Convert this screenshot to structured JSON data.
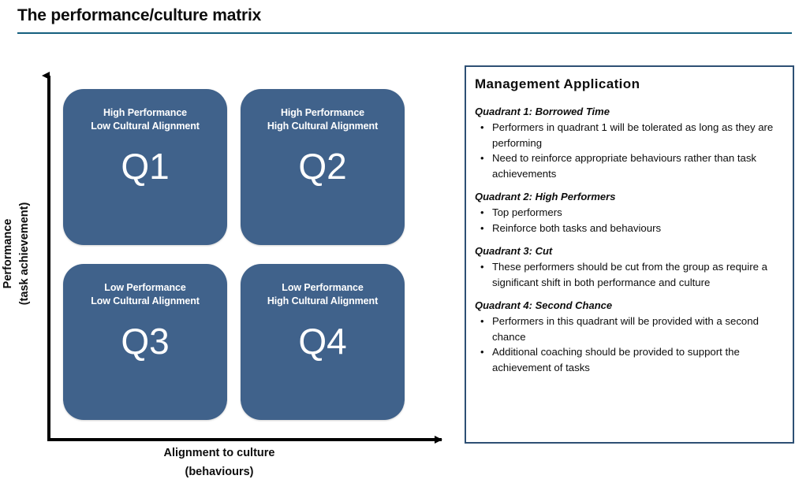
{
  "slide": {
    "title": "The performance/culture matrix",
    "rule_color": "#155f7e"
  },
  "chart_data": {
    "type": "matrix",
    "title": "The performance/culture matrix",
    "xlabel": "Alignment to culture (behaviours)",
    "ylabel": "Performance (task achievement)",
    "quadrants": [
      {
        "code": "Q1",
        "performance": "High Performance",
        "culture": "Low Cultural Alignment",
        "position": "top-left"
      },
      {
        "code": "Q2",
        "performance": "High Performance",
        "culture": "High Cultural Alignment",
        "position": "top-right"
      },
      {
        "code": "Q3",
        "performance": "Low Performance",
        "culture": "Low Cultural Alignment",
        "position": "bottom-left"
      },
      {
        "code": "Q4",
        "performance": "Low Performance",
        "culture": "High Cultural Alignment",
        "position": "bottom-right"
      }
    ],
    "box_color": "#40628b",
    "text_color": "#ffffff"
  },
  "axes": {
    "y_line1": "Performance",
    "y_line2": "(task achievement)",
    "x_line1": "Alignment to culture",
    "x_line2": "(behaviours)"
  },
  "quadrants": {
    "q1": {
      "line1": "High Performance",
      "line2": "Low Cultural Alignment",
      "code": "Q1"
    },
    "q2": {
      "line1": "High Performance",
      "line2": "High Cultural Alignment",
      "code": "Q2"
    },
    "q3": {
      "line1": "Low Performance",
      "line2": "Low Cultural Alignment",
      "code": "Q3"
    },
    "q4": {
      "line1": "Low Performance",
      "line2": "High Cultural Alignment",
      "code": "Q4"
    }
  },
  "panel": {
    "title": "Management Application",
    "border_color": "#2e5074",
    "bullet_glyph": "•",
    "sections": [
      {
        "heading": "Quadrant 1:  Borrowed Time",
        "bullets": [
          "Performers in quadrant 1 will be tolerated as long as they are performing",
          "Need to reinforce appropriate behaviours rather than task achievements"
        ]
      },
      {
        "heading": "Quadrant 2: High Performers",
        "bullets": [
          "Top performers",
          "Reinforce both tasks and behaviours"
        ]
      },
      {
        "heading": "Quadrant 3: Cut",
        "bullets": [
          "These performers should be cut from the group as require a significant shift in both performance and culture"
        ]
      },
      {
        "heading": "Quadrant 4: Second Chance",
        "bullets": [
          "Performers in this quadrant will be provided with a second chance",
          "Additional coaching should be provided to support the achievement of tasks"
        ]
      }
    ]
  }
}
